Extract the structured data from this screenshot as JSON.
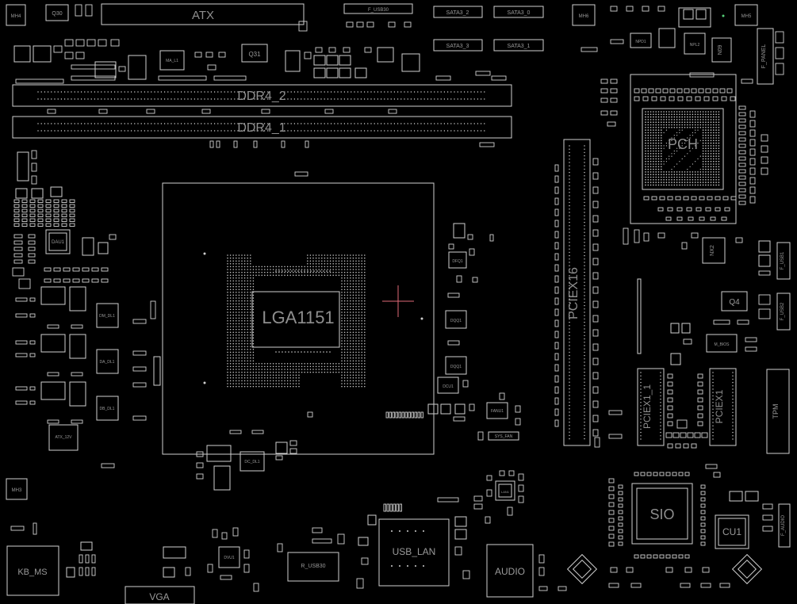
{
  "board": {
    "background": "#000000",
    "outline_color": "#d0d0d0",
    "text_color": "#9a9a9a",
    "cursor_color": "#e06a78"
  },
  "labels": {
    "atx": "ATX",
    "f_usb30": "F_USB30",
    "sata2_2": "SATA3_2",
    "sata2_0": "SATA3_0",
    "sata3_3": "SATA3_3",
    "sata3_1": "SATA3_1",
    "mh4": "MH4",
    "mh6": "MH6",
    "mh5": "MH5",
    "mh3": "MH3",
    "q30": "Q30",
    "q31": "Q31",
    "q4": "Q4",
    "ma_l1": "MA_L1",
    "ddr4_2": "DDR4_2",
    "ddr4_1": "DDR4_1",
    "f_panel": "F_PANEL",
    "npd1": "NPD1",
    "npl2": "NPL2",
    "n09": "N09",
    "pch": "PCH",
    "pcie16": "PCIEX16",
    "nx2": "NX2",
    "f_usb1": "F_USB1",
    "f_usb2": "F_USB2",
    "m_bios": "M_BIOS",
    "pcie1_1": "PCIEX1_1",
    "pcie1": "PCIEX1",
    "tpm": "TPM",
    "lga": "LGA1151",
    "dau1": "DAU1",
    "dm_dl1": "DM_DL1",
    "da_dl1": "DA_DL1",
    "db_dl1": "DB_DL1",
    "atx_12v": "ATX_12V",
    "dq01": "DQQ1",
    "dq02": "DQQ1",
    "dcu1": "DCU1",
    "dfq1": "DFQ1",
    "fan1": "FANU1",
    "sys_fan": "SYS_FAN",
    "dc_dl1": "DC_DL1",
    "sio": "SIO",
    "cu1": "CU1",
    "f_audio": "F_AUDIO",
    "kb_ms": "KB_MS",
    "vga": "VGA",
    "r_usb30": "R_USB30",
    "usb_lan": "USB_LAN",
    "audio": "AUDIO",
    "lan1": "LAN1",
    "dvu1": "DVU1"
  }
}
